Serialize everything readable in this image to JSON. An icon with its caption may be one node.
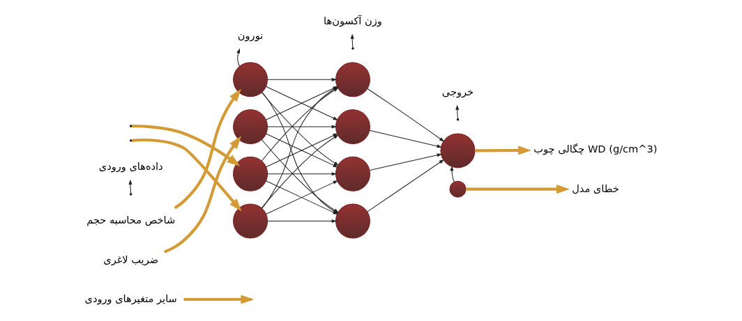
{
  "diagram": {
    "nodes": [
      {
        "text": [],
        "shape": "circle"
      },
      {
        "text": [],
        "shape": "circle"
      },
      {
        "text": [],
        "shape": "circle"
      },
      {
        "text": [],
        "shape": "circle"
      },
      {
        "text": [],
        "shape": "circle"
      },
      {
        "text": [],
        "shape": "circle"
      },
      {
        "text": [],
        "shape": "circle"
      },
      {
        "text": [],
        "shape": "circle"
      },
      {
        "text": [],
        "shape": "circle"
      },
      {
        "text": [],
        "shape": "circle"
      },
      {
        "text": [
          "شاخص محاسبه حجم"
        ]
      },
      {
        "text": [
          "ضریب لاغری"
        ]
      },
      {
        "text": [
          "سایر متغیرهای ورودی"
        ]
      },
      {
        "text": [
          "چگالی چوب WD (g/cm^3)"
        ]
      },
      {
        "text": [
          "خطای مدل"
        ]
      },
      {
        "text": [
          "داده‌های ورودی"
        ]
      },
      {
        "text": [
          "نورون"
        ]
      },
      {
        "text": [
          "وزن آکسون‌ها"
        ]
      },
      {
        "text": [
          "خروجی"
        ]
      }
    ],
    "edges": [
      {
        "from": 10,
        "to": 0,
        "arrow": "to",
        "style": "thick",
        "color": "#d39a35"
      },
      {
        "from": 11,
        "to": 1,
        "arrow": "to",
        "style": "thick",
        "color": "#d39a35"
      },
      {
        "from": 12,
        "to": null,
        "arrow": "to",
        "style": "thick",
        "color": "#d39a35"
      },
      {
        "from": null,
        "to": 2,
        "arrow": "to",
        "style": "thick",
        "color": "#d39a35"
      },
      {
        "from": null,
        "to": 3,
        "arrow": "to",
        "style": "thick",
        "color": "#d39a35"
      },
      {
        "from": 0,
        "to": 4,
        "arrow": "to"
      },
      {
        "from": 0,
        "to": 5,
        "arrow": "to"
      },
      {
        "from": 0,
        "to": 6,
        "arrow": "to"
      },
      {
        "from": 0,
        "to": 7,
        "arrow": "to"
      },
      {
        "from": 1,
        "to": 4,
        "arrow": "to"
      },
      {
        "from": 1,
        "to": 5,
        "arrow": "to"
      },
      {
        "from": 1,
        "to": 6,
        "arrow": "to"
      },
      {
        "from": 1,
        "to": 7,
        "arrow": "to"
      },
      {
        "from": 2,
        "to": 4,
        "arrow": "to"
      },
      {
        "from": 2,
        "to": 5,
        "arrow": "to"
      },
      {
        "from": 2,
        "to": 6,
        "arrow": "to"
      },
      {
        "from": 2,
        "to": 7,
        "arrow": "to"
      },
      {
        "from": 3,
        "to": 4,
        "arrow": "to"
      },
      {
        "from": 3,
        "to": 5,
        "arrow": "to"
      },
      {
        "from": 3,
        "to": 6,
        "arrow": "to"
      },
      {
        "from": 3,
        "to": 7,
        "arrow": "to"
      },
      {
        "from": 4,
        "to": 8,
        "arrow": "to"
      },
      {
        "from": 5,
        "to": 8,
        "arrow": "to"
      },
      {
        "from": 6,
        "to": 8,
        "arrow": "to"
      },
      {
        "from": 7,
        "to": 8,
        "arrow": "to"
      },
      {
        "from": 9,
        "to": 8,
        "arrow": "to"
      },
      {
        "from": 8,
        "to": 13,
        "arrow": "to",
        "style": "thick",
        "color": "#d39a35"
      },
      {
        "from": 9,
        "to": 14,
        "arrow": "to",
        "style": "thick",
        "color": "#d39a35"
      },
      {
        "from": null,
        "to": 15,
        "arrow": "to"
      },
      {
        "from": 0,
        "to": 16,
        "arrow": "to"
      },
      {
        "from": null,
        "to": 17,
        "arrow": "to"
      },
      {
        "from": null,
        "to": 18,
        "arrow": "to"
      }
    ]
  }
}
